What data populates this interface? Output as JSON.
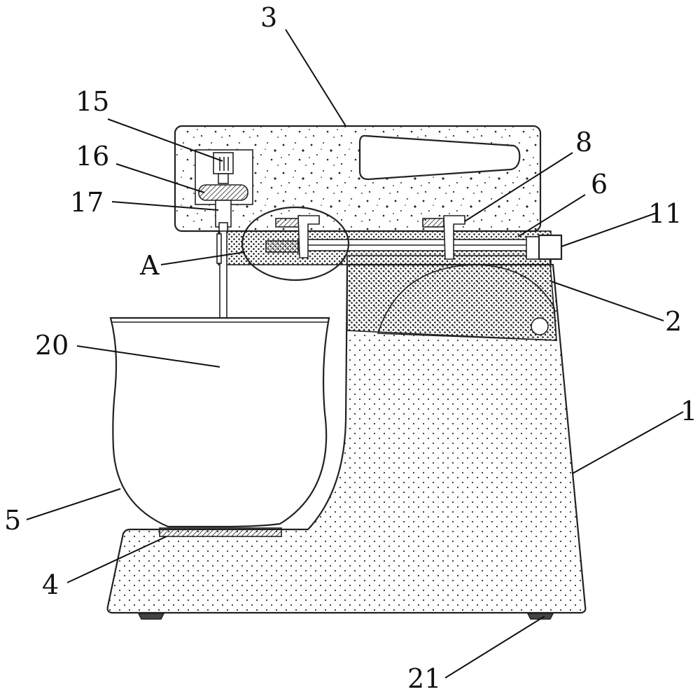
{
  "labels": {
    "l1": "1",
    "l2": "2",
    "l3": "3",
    "l4": "4",
    "l5": "5",
    "l6": "6",
    "l8": "8",
    "l11": "11",
    "l15": "15",
    "l16": "16",
    "l17": "17",
    "l20": "20",
    "l21": "21",
    "lA": "A"
  }
}
